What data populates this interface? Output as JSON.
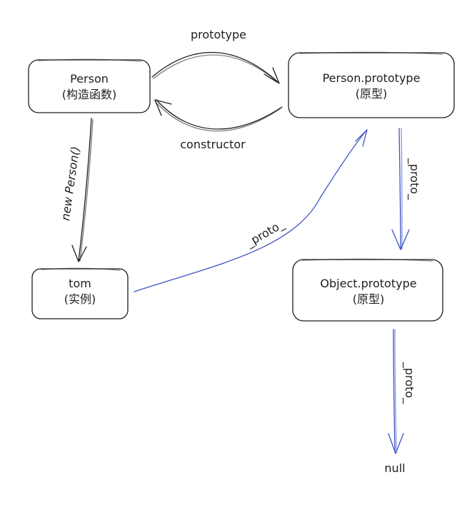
{
  "nodes": {
    "person": {
      "line1": "Person",
      "line2": "(构造函数)"
    },
    "person_prototype": {
      "line1": "Person.prototype",
      "line2": "(原型)"
    },
    "tom": {
      "line1": "tom",
      "line2": "(实例)"
    },
    "object_prototype": {
      "line1": "Object.prototype",
      "line2": "(原型)"
    },
    "null": {
      "label": "null"
    }
  },
  "edges": {
    "prototype": "prototype",
    "constructor": "constructor",
    "new_person": "new Person()",
    "tom_proto": "_proto_",
    "person_prototype_proto": "_proto_",
    "object_prototype_proto": "_proto_"
  },
  "colors": {
    "ink": "#1e1e1e",
    "proto_link": "#3d52c4"
  }
}
